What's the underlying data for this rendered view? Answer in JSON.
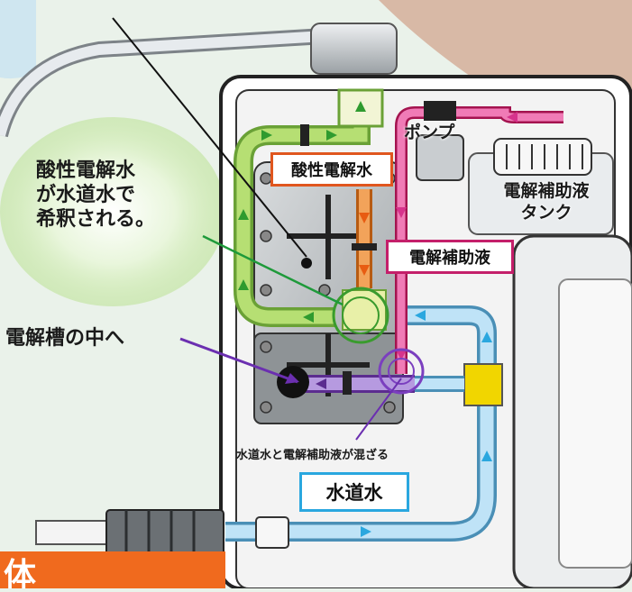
{
  "labels": {
    "acid_water": "酸性電解水",
    "pump": "ポンプ",
    "aux_tank_line1": "電解補助液",
    "aux_tank_line2": "タンク",
    "aux_liquid": "電解補助液",
    "diluted_line1": "酸性電解水",
    "diluted_line2": "が水道水で",
    "diluted_line3": "希釈される。",
    "into_cell": "電解槽の中へ",
    "mixing": "水道水と電解補助液が混ざる",
    "tap_water": "水道水"
  },
  "colors": {
    "acid_flow": "#9ccc4a",
    "acid_box": "#e0561e",
    "aux_flow": "#d6338c",
    "aux_box": "#c41f6a",
    "tap_flow": "#8ec9ea",
    "tap_box": "#2aa7df",
    "mix_flow": "#8a5cc7",
    "cell_flow": "#f08a2a",
    "highlight_glow": "#b8e08a",
    "banner": "#f06a1e"
  }
}
